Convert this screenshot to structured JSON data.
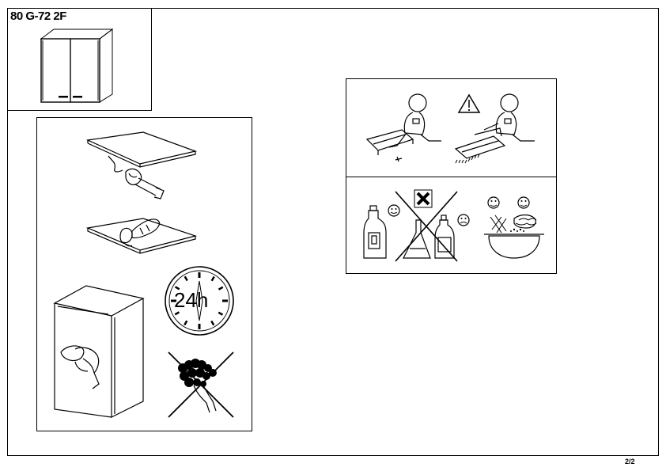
{
  "header": {
    "model_code": "80 G-72 2F"
  },
  "illustrations": {
    "clock_label": "24h"
  },
  "footer": {
    "page_number": "2/2"
  },
  "icons": {
    "cabinet": "cabinet-icon",
    "warning": "warning-triangle-icon",
    "forbidden": "forbidden-x-icon"
  }
}
